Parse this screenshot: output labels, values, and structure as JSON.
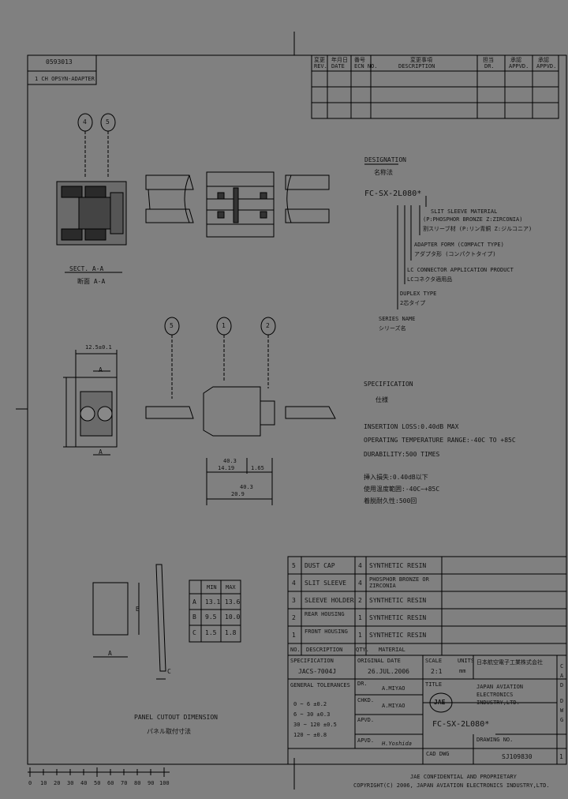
{
  "doc_number_tag": "0593013",
  "doc_subtitle": "1 CH OPSYN-ADAPTER",
  "revision_table": {
    "headers": [
      {
        "jp": "変更",
        "en": "REV."
      },
      {
        "jp": "年月日",
        "en": "DATE"
      },
      {
        "jp": "番号",
        "en": "ECN NO."
      },
      {
        "jp": "変更事項",
        "en": "DESCRIPTION"
      },
      {
        "jp": "担当",
        "en": "DR."
      },
      {
        "jp": "承認",
        "en": "APPVD."
      },
      {
        "jp": "承認",
        "en": "APPVD."
      }
    ]
  },
  "designation": {
    "title_en": "DESIGNATION",
    "title_jp": "名称法",
    "part_number": "FC-SX-2L080*",
    "notes": [
      {
        "en": "SLIT SLEEVE MATERIAL",
        "jp": ""
      },
      {
        "en": "(P:PHOSPHOR BRONZE  Z:ZIRCONIA)",
        "jp": ""
      },
      {
        "en": "割スリーブ材 (P:リン青銅  Z:ジルコニア)",
        "jp": ""
      },
      {
        "en": "ADAPTER FORM (COMPACT TYPE)",
        "jp": "アダプタ形 (コンパクトタイプ)"
      },
      {
        "en": "LC CONNECTOR APPLICATION PRODUCT",
        "jp": "LCコネクタ適用品"
      },
      {
        "en": "DUPLEX TYPE",
        "jp": "2芯タイプ"
      },
      {
        "en": "SERIES NAME",
        "jp": "シリーズ名"
      }
    ]
  },
  "section_label": {
    "en": "SECT. A-A",
    "jp": "断面 A-A"
  },
  "callouts_top": [
    "4",
    "5"
  ],
  "callouts_mid": [
    "5",
    "1",
    "2"
  ],
  "dims": {
    "width_top": "12.5±0.1",
    "d1": "14.19",
    "d2": "1.65",
    "d3": "20.9",
    "ref_a": "A",
    "ref_b": "B",
    "d1_label": "40.3",
    "d3_label": "40.3"
  },
  "specification": {
    "title_en": "SPECIFICATION",
    "title_jp": "仕様",
    "lines": [
      "INSERTION LOSS:0.40dB MAX",
      "OPERATING TEMPERATURE RANGE:-40C TO +85C",
      "DURABILITY:500 TIMES",
      "挿入損失:0.40dB以下",
      "使用温度範囲:-40C~+85C",
      "着脱耐久性:500回"
    ]
  },
  "panel_table": {
    "headers": [
      "",
      "MIN",
      "MAX"
    ],
    "rows": [
      [
        "A",
        "13.1",
        "13.6"
      ],
      [
        "B",
        "9.5",
        "10.0"
      ],
      [
        "C",
        "1.5",
        "1.8"
      ]
    ]
  },
  "panel_cutout": {
    "en": "PANEL CUTOUT DIMENSION",
    "jp": "パネル取付寸法"
  },
  "panel_dim_c": "C",
  "panel_dim_a": "A",
  "panel_dim_b": "B",
  "bom": {
    "rows": [
      {
        "no": "5",
        "desc": "DUST CAP",
        "qty": "4",
        "material": "SYNTHETIC RESIN"
      },
      {
        "no": "4",
        "desc": "SLIT SLEEVE",
        "qty": "4",
        "material": "PHOSPHOR BRONZE  OR ZIRCONIA"
      },
      {
        "no": "3",
        "desc": "SLEEVE HOLDER",
        "qty": "2",
        "material": "SYNTHETIC RESIN"
      },
      {
        "no": "2",
        "desc": "REAR HOUSING",
        "qty": "1",
        "material": "SYNTHETIC RESIN"
      },
      {
        "no": "1",
        "desc": "FRONT HOUSING",
        "qty": "1",
        "material": "SYNTHETIC RESIN"
      }
    ],
    "header": {
      "no": "NO.",
      "desc": "DESCRIPTION",
      "qty": "QTY.",
      "material": "MATERIAL"
    }
  },
  "title_block": {
    "spec_label": "SPECIFICATION",
    "spec_value": "JACS-7004J",
    "date_label": "ORIGINAL DATE",
    "date_value": "26.JUL.2006",
    "scale_label": "SCALE",
    "scale_value": "2:1",
    "units_label": "UNITS",
    "units_value": "mm",
    "company_jp": "日本航空電子工業株式会社",
    "company_en1": "JAPAN AVIATION",
    "company_en2": "ELECTRONICS",
    "company_en3": "INDUSTRY,LTD.",
    "logo": "JAE",
    "title_label": "TITLE",
    "title_value": "FC-SX-2L080*",
    "dr_label": "DR.",
    "dr_value": "A.MIYAO",
    "chkd_label": "CHKD.",
    "chkd_value": "A.MIYAO",
    "apvd_label": "APVD.",
    "apvd_value": "H.Yoshida",
    "drawing_no_label": "DRAWING NO.",
    "drawing_no": "SJ109830",
    "sheet": "1",
    "tolerance_title": "GENERAL TOLERANCES",
    "tolerances": [
      "0 ~ 6  ±0.2",
      "6 ~ 30  ±0.3",
      "30 ~ 120  ±0.5",
      "120 ~ ±0.8"
    ],
    "cad_label": "CAD DWG",
    "side_letters": [
      "C",
      "A",
      "D",
      "",
      "D",
      "W",
      "G"
    ]
  },
  "footer": {
    "line1": "JAE CONFIDENTIAL AND PROPRIETARY",
    "line2": "COPYRIGHT(C) 2006, JAPAN AVIATION ELECTRONICS INDUSTRY,LTD."
  },
  "ruler_labels": [
    "0",
    "10",
    "20",
    "30",
    "40",
    "50",
    "60",
    "70",
    "80",
    "90",
    "100"
  ]
}
